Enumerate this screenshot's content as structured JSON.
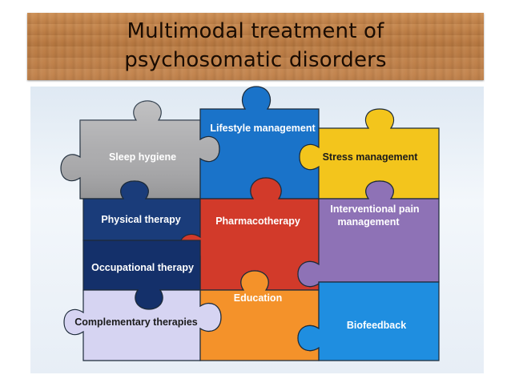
{
  "title": {
    "line1": "Multimodal treatment of",
    "line2": "psychosomatic disorders"
  },
  "pieces": [
    {
      "id": "sleep",
      "label": "Sleep hygiene",
      "color": "#a9a9ab"
    },
    {
      "id": "lifestyle",
      "label": "Lifestyle management",
      "color": "#1a73c9"
    },
    {
      "id": "stress",
      "label": "Stress management",
      "color": "#f3c51c"
    },
    {
      "id": "physical",
      "label": "Physical therapy",
      "color": "#1a3c7a"
    },
    {
      "id": "pharma",
      "label": "Pharmacotherapy",
      "color": "#d23a2a"
    },
    {
      "id": "interventional",
      "label_line1": "Interventional pain",
      "label_line2": "management",
      "color": "#8e72b6"
    },
    {
      "id": "occupational",
      "label": "Occupational therapy",
      "color": "#14306a"
    },
    {
      "id": "complementary",
      "label": "Complementary therapies",
      "color": "#d6d4f2"
    },
    {
      "id": "education",
      "label": "Education",
      "color": "#f4922a"
    },
    {
      "id": "biofeedback",
      "label": "Biofeedback",
      "color": "#1f8ee0"
    }
  ]
}
